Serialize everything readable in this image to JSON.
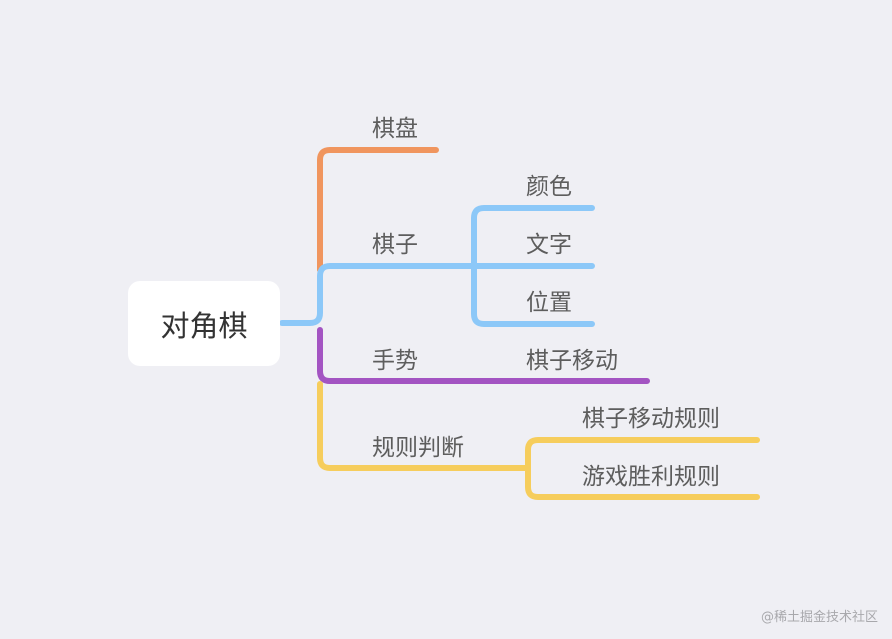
{
  "root": {
    "label": "对角棋"
  },
  "branches": [
    {
      "label": "棋盘",
      "color": "#f0955e",
      "children": []
    },
    {
      "label": "棋子",
      "color": "#8cc8f8",
      "children": [
        "颜色",
        "文字",
        "位置"
      ]
    },
    {
      "label": "手势",
      "color": "#a354c2",
      "children": [
        "棋子移动"
      ]
    },
    {
      "label": "规则判断",
      "color": "#f6cd5c",
      "children": [
        "棋子移动规则",
        "游戏胜利规则"
      ]
    }
  ],
  "watermark": "@稀土掘金技术社区"
}
